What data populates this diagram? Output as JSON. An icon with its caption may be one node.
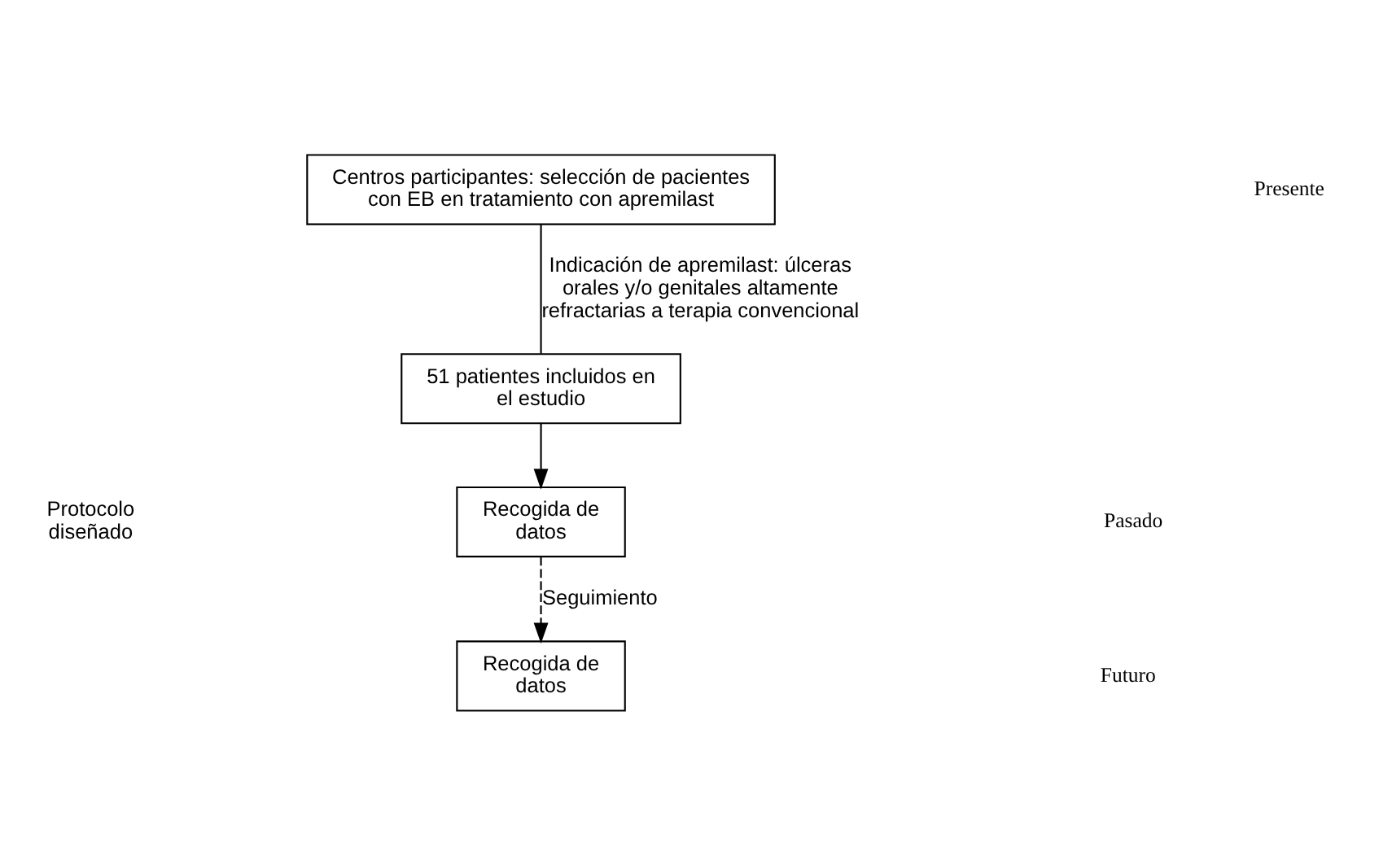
{
  "diagram": {
    "nodes": [
      {
        "text": [
          "Centros participantes: selección de pacientes con EB en tratamiento con apremilast"
        ]
      },
      {
        "text": [
          "51 patientes incluidos en el estudio"
        ]
      },
      {
        "text": [
          "Recogida de datos"
        ]
      },
      {
        "text": [
          "Recogida de datos"
        ]
      }
    ],
    "edges": [
      {
        "from": 0,
        "to": 1,
        "arrow": "none",
        "label": "Indicación de apremilast: úlceras orales y/o genitales altamente refractarias a terapia convencional"
      },
      {
        "from": 1,
        "to": 2,
        "arrow": "to"
      },
      {
        "from": 2,
        "to": 3,
        "arrow": "to",
        "style": "dashed",
        "label": "Seguimiento"
      }
    ],
    "labels": [
      "Presente",
      "Pasado",
      "Protocolo diseñado",
      "Futuro"
    ]
  }
}
